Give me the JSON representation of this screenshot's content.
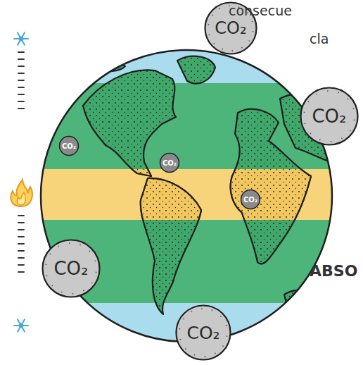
{
  "diagram": {
    "nodes": [
      {
        "text": [
          "CO₂"
        ]
      },
      {
        "text": [
          "CO₂"
        ]
      },
      {
        "text": [
          "CO₂"
        ]
      },
      {
        "text": [
          "CO₂"
        ]
      },
      {
        "text": [
          "CO₂"
        ]
      },
      {
        "text": [
          "CO₂"
        ]
      },
      {
        "text": [
          "CO₂"
        ]
      }
    ],
    "labels": [
      "consecue",
      "cla",
      "ABSO"
    ]
  }
}
